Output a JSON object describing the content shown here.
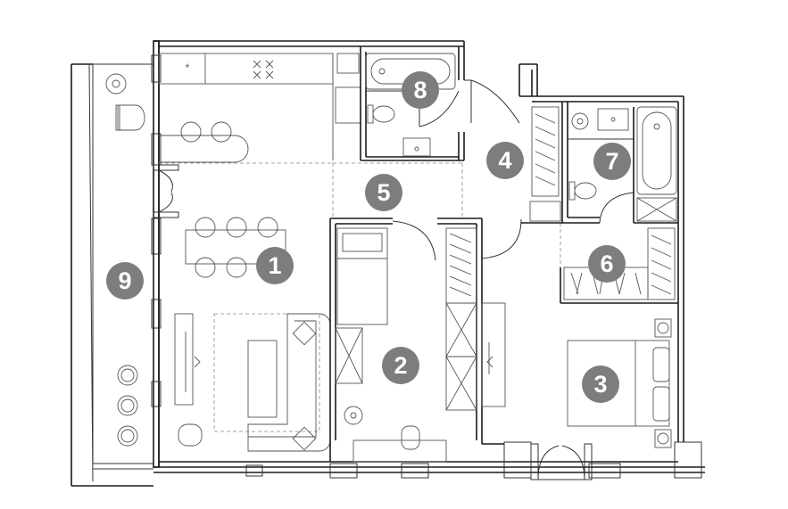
{
  "rooms": [
    {
      "id": "room-1",
      "label": "1"
    },
    {
      "id": "room-2",
      "label": "2"
    },
    {
      "id": "room-3",
      "label": "3"
    },
    {
      "id": "room-4",
      "label": "4"
    },
    {
      "id": "room-5",
      "label": "5"
    },
    {
      "id": "room-6",
      "label": "6"
    },
    {
      "id": "room-7",
      "label": "7"
    },
    {
      "id": "room-8",
      "label": "8"
    },
    {
      "id": "room-9",
      "label": "9"
    }
  ],
  "colors": {
    "marker": "#7d7d7d",
    "marker_text": "#ffffff",
    "wall": "#1a1a1a",
    "furniture": "#555555"
  },
  "icons": [
    "door-swing-icon",
    "window-icon",
    "toilet-icon",
    "sink-icon",
    "bathtub-icon",
    "shower-icon",
    "bed-icon",
    "sofa-icon",
    "chair-icon",
    "plant-icon",
    "wardrobe-icon",
    "stove-icon"
  ]
}
